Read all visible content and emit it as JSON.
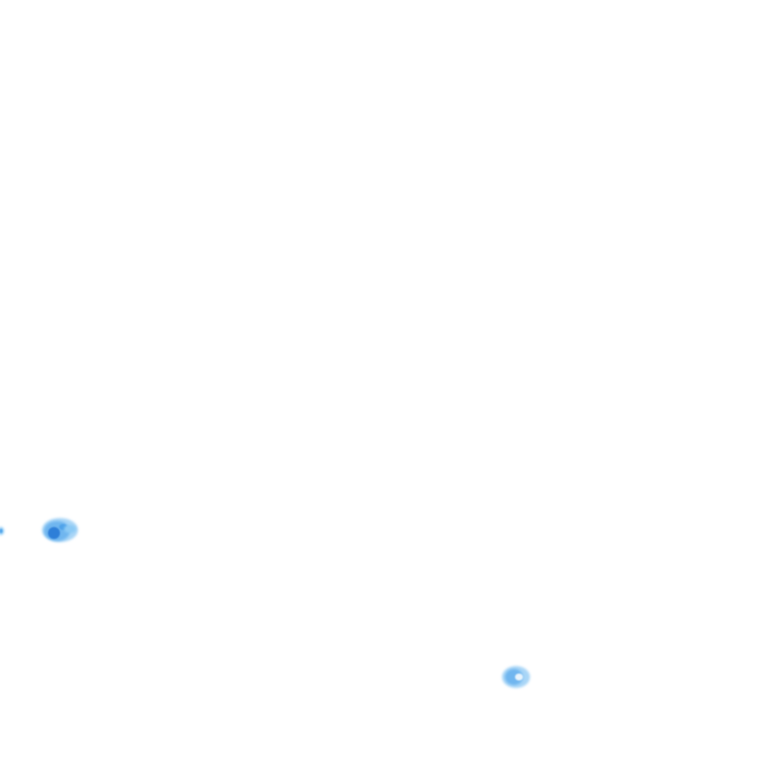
{
  "scene": {
    "background_color": "#ffffff",
    "description_tags": [
      "blue-speck",
      "blue-speck",
      "blue-speck"
    ],
    "colors": {
      "speck_light": "#8ccaf5",
      "speck_mid": "#4fa3ea",
      "speck_dark": "#2f7fd8"
    }
  }
}
